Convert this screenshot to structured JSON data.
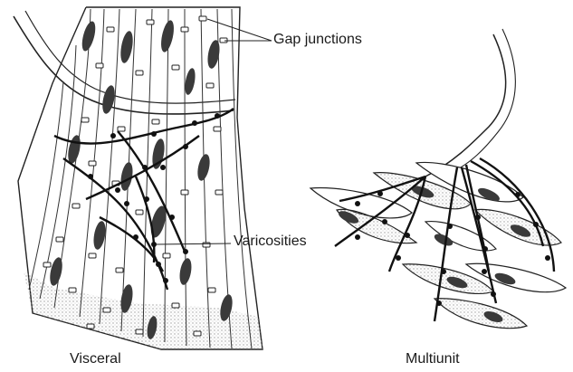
{
  "labels": {
    "gap_junctions": "Gap junctions",
    "varicosities": "Varicosities"
  },
  "captions": {
    "visceral": "Visceral",
    "multiunit": "Multiunit"
  },
  "colors": {
    "ink": "#1a1a1a",
    "nucleus": "#3a3a3a",
    "stipple": "#bdbdbd"
  }
}
